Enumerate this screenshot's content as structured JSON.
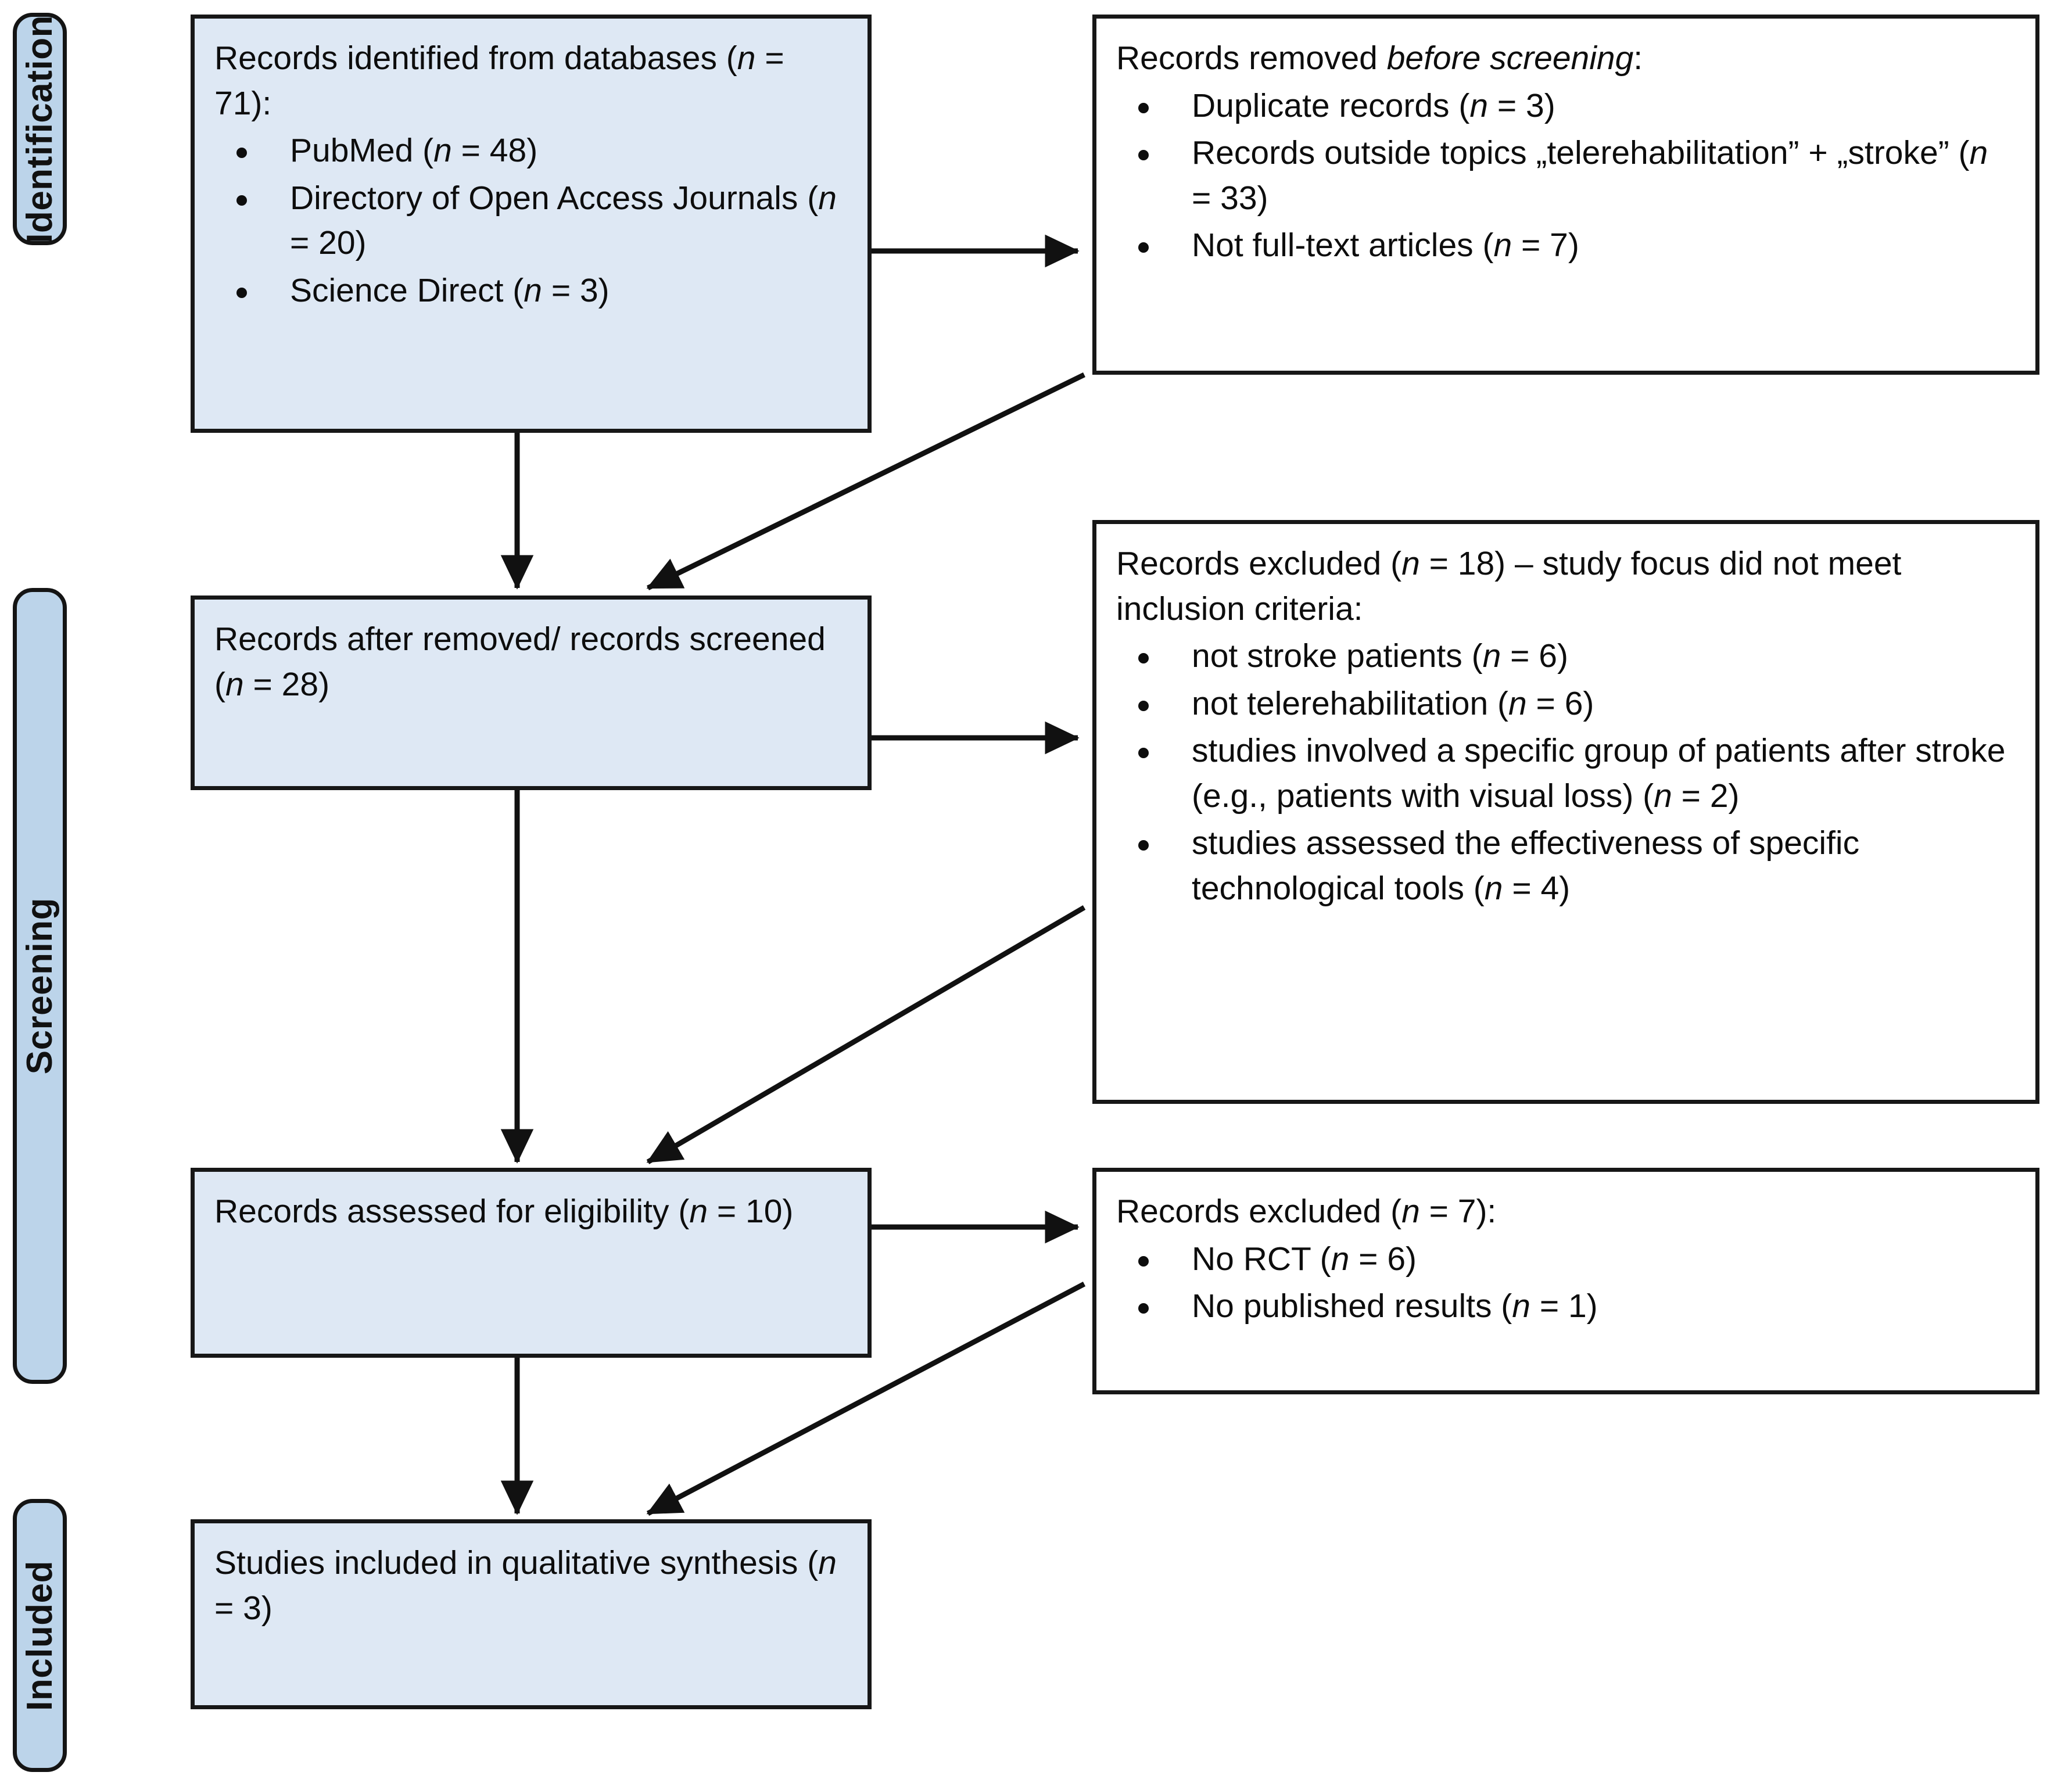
{
  "diagram": {
    "type": "prisma-flow-diagram",
    "accent_fill": "#dee8f4",
    "stage_fill": "#bcd4ea",
    "stroke": "#141414"
  },
  "stages": [
    {
      "id": "identification",
      "label": "Identification"
    },
    {
      "id": "screening",
      "label": "Screening"
    },
    {
      "id": "included",
      "label": "Included"
    }
  ],
  "boxes": {
    "identified": {
      "title": "Records identified from databases (n = 71):",
      "title_plain": "Records identified from databases (",
      "items": [
        "PubMed (n = 48)",
        "Directory of Open Access Journals (n = 20)",
        "Science Direct (n = 3)"
      ]
    },
    "removed_before_screening": {
      "title": "Records removed before screening:",
      "title_lead": "Records removed ",
      "title_italic": "before screening",
      "title_tail": ":",
      "items": [
        "Duplicate records (n = 3)",
        "Records outside topics „telerehabilitation” + „stroke” (n = 33)",
        "Not full-text articles (n = 7)"
      ]
    },
    "screened": {
      "title": "Records after removed/ records screened (n = 28)"
    },
    "excluded_18": {
      "title": "Records excluded (n = 18) – study focus did not meet inclusion criteria:",
      "items": [
        "not stroke patients (n = 6)",
        "not telerehabilitation (n = 6)",
        "studies involved a specific group of patients after stroke (e.g., patients with visual loss) (n = 2)",
        "studies assessed the effectiveness of specific technological tools (n = 4)"
      ]
    },
    "eligibility": {
      "title": "Records assessed for eligibility (n = 10)"
    },
    "excluded_7": {
      "title": "Records excluded (n = 7):",
      "items": [
        "No RCT (n = 6)",
        "No published results (n = 1)"
      ]
    },
    "included_studies": {
      "title": "Studies included in qualitative synthesis (n = 3)"
    }
  },
  "counts": {
    "databases_total": 71,
    "pubmed": 48,
    "doaj": 20,
    "science_direct": 3,
    "duplicates": 3,
    "outside_topics": 33,
    "not_full_text": 7,
    "screened": 28,
    "excluded_screening": 18,
    "not_stroke_patients": 6,
    "not_telerehabilitation": 6,
    "specific_group": 2,
    "specific_tools": 4,
    "eligibility": 10,
    "excluded_eligibility": 7,
    "no_rct": 6,
    "no_published_results": 1,
    "included": 3
  },
  "connectors": [
    {
      "id": "identified-to-removed",
      "from": "identified",
      "to": "removed_before_screening",
      "kind": "horizontal-arrow"
    },
    {
      "id": "identified-to-screened",
      "from": "identified",
      "to": "screened",
      "kind": "vertical-arrow"
    },
    {
      "id": "removed-to-screened",
      "from": "removed_before_screening",
      "to": "screened",
      "kind": "diagonal-arrow"
    },
    {
      "id": "screened-to-excluded18",
      "from": "screened",
      "to": "excluded_18",
      "kind": "horizontal-arrow"
    },
    {
      "id": "screened-to-eligibility",
      "from": "screened",
      "to": "eligibility",
      "kind": "vertical-arrow"
    },
    {
      "id": "excluded18-to-eligibility",
      "from": "excluded_18",
      "to": "eligibility",
      "kind": "diagonal-arrow"
    },
    {
      "id": "eligibility-to-excluded7",
      "from": "eligibility",
      "to": "excluded_7",
      "kind": "horizontal-arrow"
    },
    {
      "id": "eligibility-to-included",
      "from": "eligibility",
      "to": "included_studies",
      "kind": "vertical-arrow"
    },
    {
      "id": "excluded7-to-included",
      "from": "excluded_7",
      "to": "included_studies",
      "kind": "diagonal-arrow"
    }
  ]
}
